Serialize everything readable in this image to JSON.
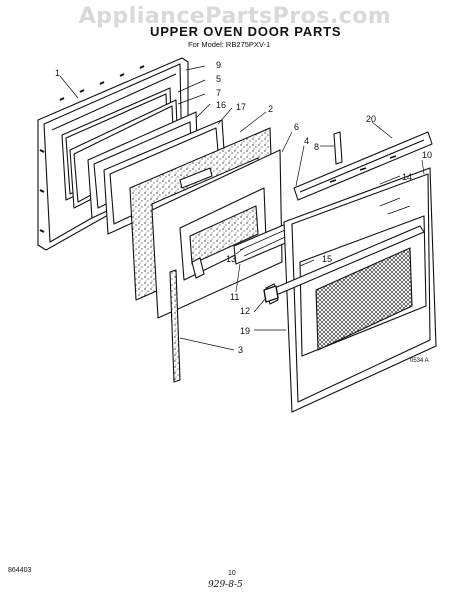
{
  "watermark": "AppliancePartsPros.com",
  "title": "UPPER OVEN DOOR PARTS",
  "model_line": "For Model: RB275PXV-1",
  "callouts": [
    "1",
    "9",
    "5",
    "7",
    "16",
    "2",
    "17",
    "6",
    "4",
    "20",
    "8",
    "10",
    "14",
    "15",
    "13",
    "11",
    "12",
    "19",
    "3"
  ],
  "ref_code": "0534 A",
  "footer": {
    "left_code": "864403",
    "page_number": "10",
    "handwritten": "929-8-5"
  }
}
